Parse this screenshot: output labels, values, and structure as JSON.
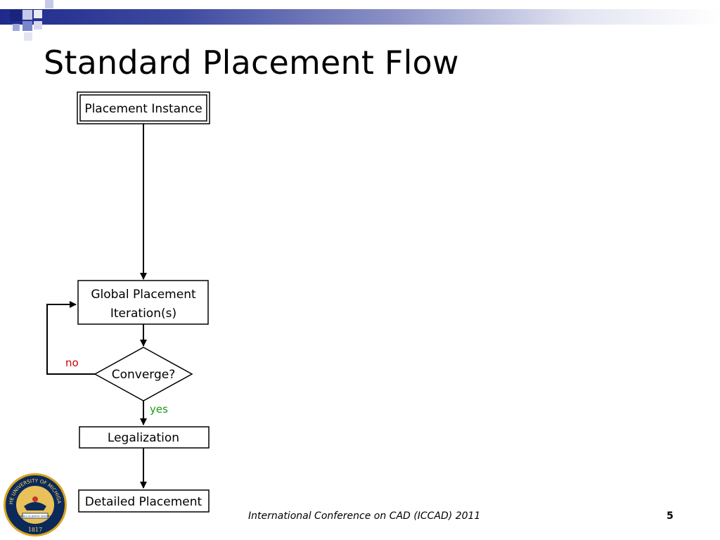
{
  "slide": {
    "title": "Standard Placement Flow",
    "footer": "International Conference on CAD (ICCAD) 2011",
    "page_number": "5"
  },
  "flow": {
    "nodes": {
      "start": "Placement Instance",
      "global": [
        "Global Placement",
        "Iteration(s)"
      ],
      "decision": "Converge?",
      "legalization": "Legalization",
      "detailed": "Detailed Placement"
    },
    "edges": {
      "no_label": "no",
      "yes_label": "yes"
    }
  },
  "seal": {
    "arc_text": "THE UNIVERSITY OF MICHIGAN",
    "year": "1817",
    "ribbon_text": "ARTES SCIENTIA VERITAS"
  },
  "colors": {
    "band_dark": "#1f2a8c",
    "no_label": "#d00000",
    "yes_label": "#1a9a1a",
    "seal_gold": "#d9a520",
    "seal_navy": "#0b2a5a"
  }
}
